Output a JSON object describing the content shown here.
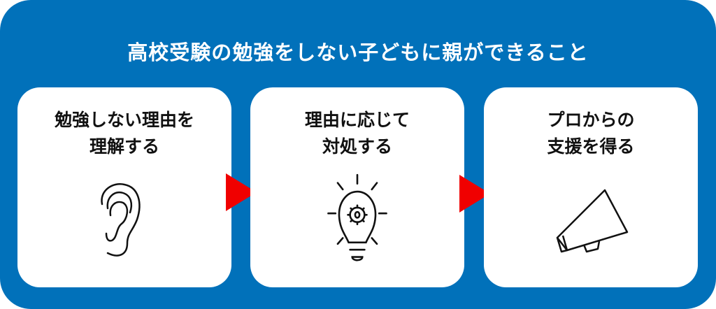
{
  "title": "高校受験の勉強をしない子どもに親ができること",
  "steps": [
    {
      "line1": "勉強しない理由を",
      "line2": "理解する",
      "icon": "ear-icon"
    },
    {
      "line1": "理由に応じて",
      "line2": "対処する",
      "icon": "lightbulb-gear-icon"
    },
    {
      "line1": "プロからの",
      "line2": "支援を得る",
      "icon": "megaphone-icon"
    }
  ],
  "colors": {
    "background": "#0171BA",
    "arrow": "#F00000",
    "card": "#FFFFFF"
  }
}
